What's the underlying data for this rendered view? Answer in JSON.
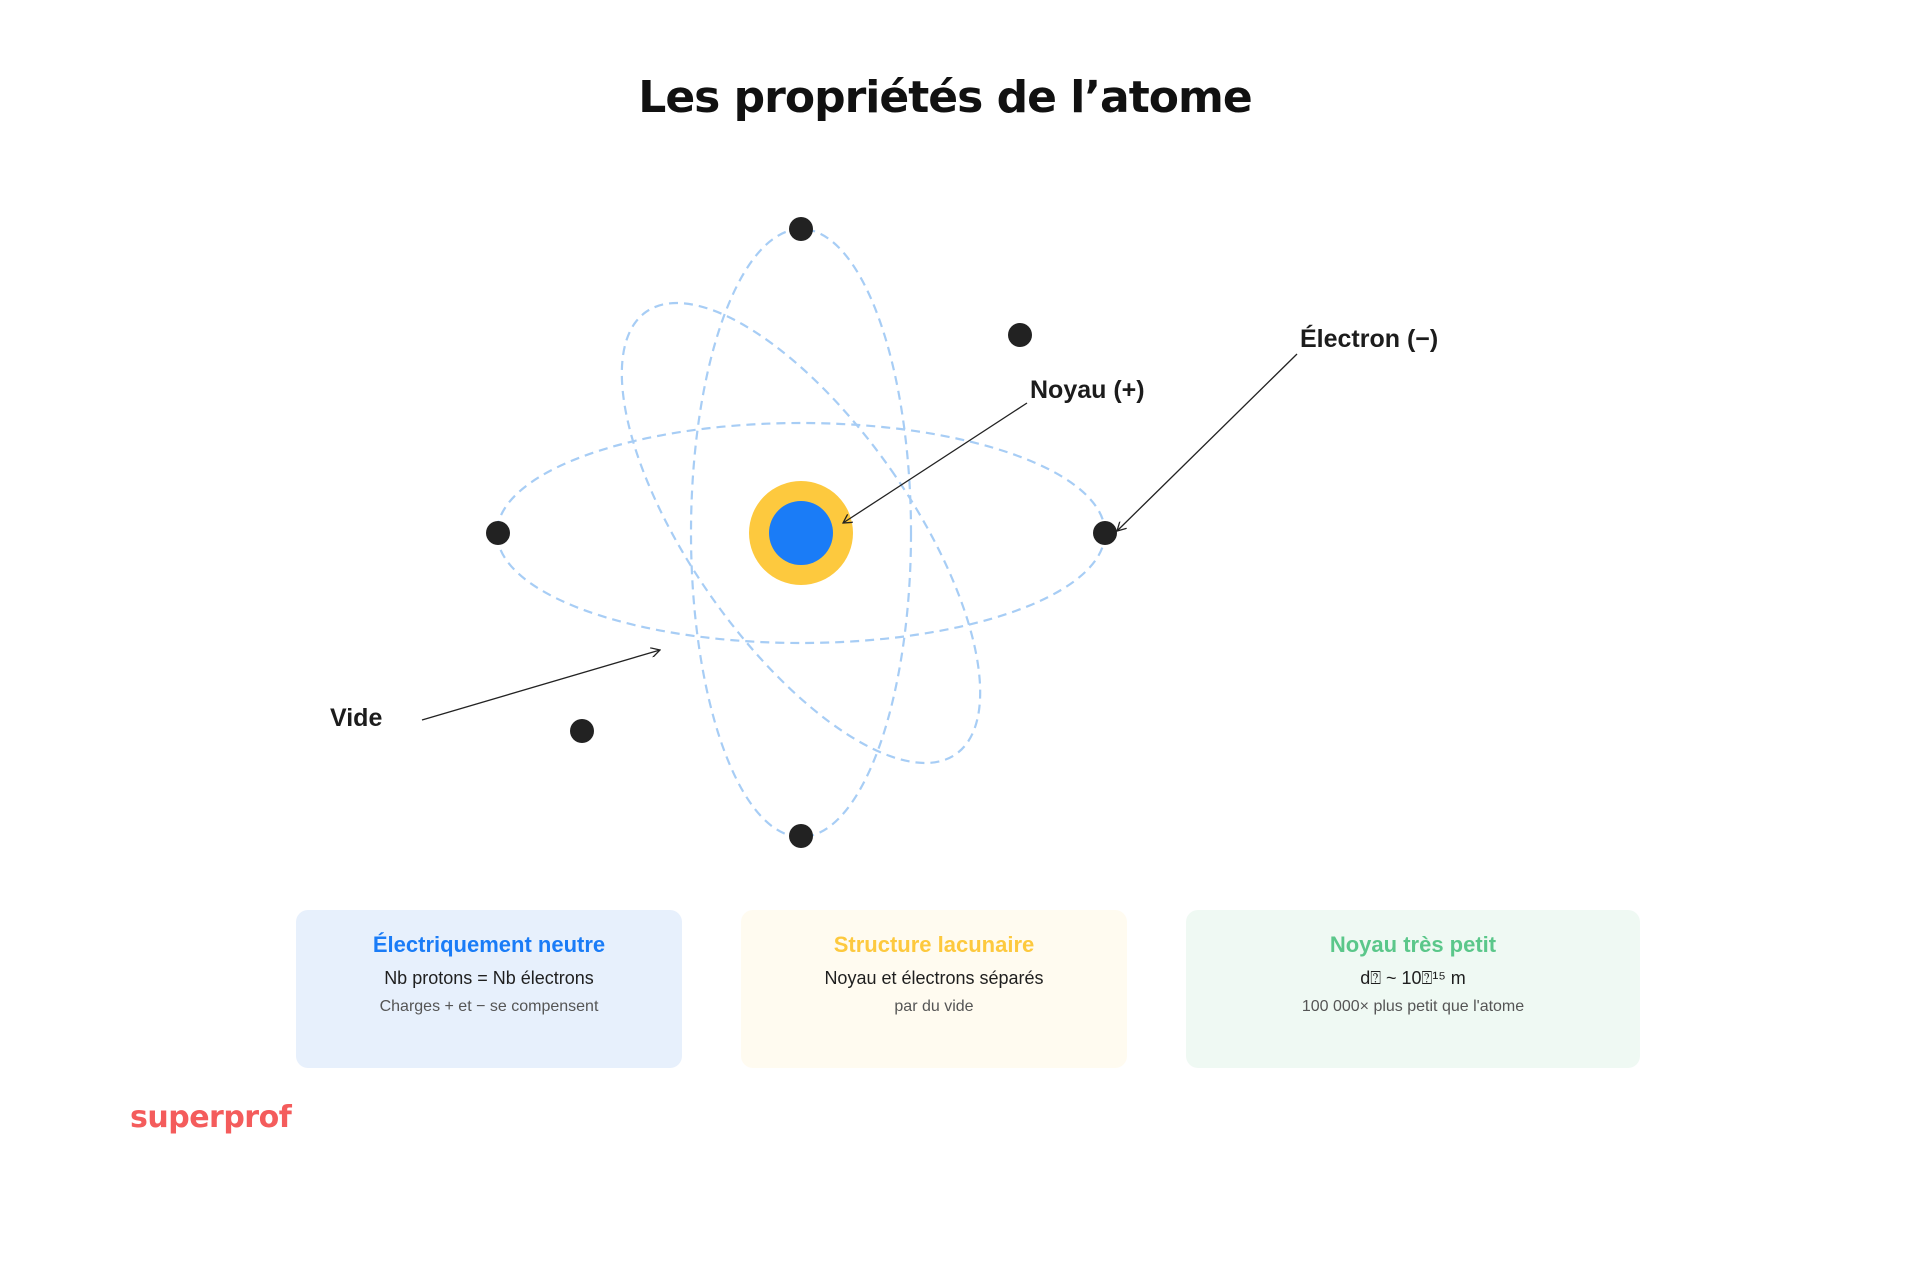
{
  "title": "Les propriétés de l’atome",
  "diagram": {
    "labels": {
      "nucleus": "Noyau (+)",
      "electron": "Électron (−)",
      "void": "Vide"
    },
    "colors": {
      "nucleus_inner": "#1a7cf7",
      "nucleus_outer": "#fdc93e",
      "electron": "#222222",
      "orbit": "#a7cdf5"
    }
  },
  "cards": [
    {
      "title": "Électriquement neutre",
      "line": "Nb protons = Nb électrons",
      "sub": "Charges + et − se compensent",
      "color": "#1a7cf7"
    },
    {
      "title": "Structure lacunaire",
      "line": "Noyau et électrons séparés",
      "sub": "par du vide",
      "color": "#fdc93e"
    },
    {
      "title": "Noyau très petit",
      "line": "d⍰ ~ 10⍰¹⁵ m",
      "sub": "100 000× plus petit que l'atome",
      "color": "#5bc78a"
    }
  ],
  "logo": {
    "text": "superprof",
    "color": "#f45c5c"
  }
}
